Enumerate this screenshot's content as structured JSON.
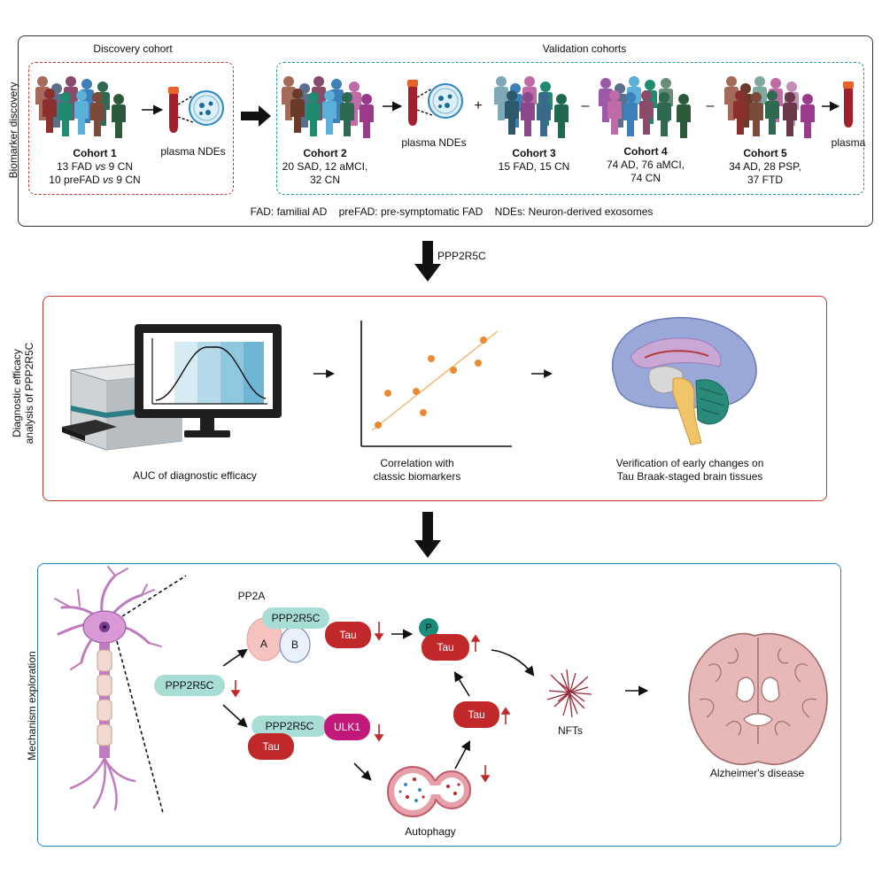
{
  "panel1": {
    "side_label": "Biomarker discovery",
    "discovery_title": "Discovery cohort",
    "validation_title": "Validation cohorts",
    "cohort1": {
      "name": "Cohort 1",
      "line1": "13 FAD vs 9 CN",
      "line2": "10 preFAD vs 9 CN"
    },
    "sample1": "plasma NDEs",
    "cohort2": {
      "name": "Cohort 2",
      "line1": "20 SAD, 12 aMCI,",
      "line2": "32 CN"
    },
    "sample2": "plasma NDEs",
    "plus": "+",
    "cohort3": {
      "name": "Cohort 3",
      "line1": "15 FAD, 15 CN"
    },
    "dash1": "–",
    "cohort4": {
      "name": "Cohort 4",
      "line1": "74 AD, 76 aMCI,",
      "line2": "74 CN"
    },
    "dash2": "–",
    "cohort5": {
      "name": "Cohort 5",
      "line1": "34 AD, 28 PSP,",
      "line2": "37 FTD"
    },
    "sample3": "plasma",
    "footnote": "FAD: familial AD    preFAD: pre-symptomatic FAD    NDEs: Neuron-derived exosomes"
  },
  "arrow1_label": "PPP2R5C",
  "panel2": {
    "side_label_1": "Diagnostic efficacy",
    "side_label_2": "analysis of PPP2R5C",
    "auc_label": "AUC of diagnostic efficacy",
    "corr_label_1": "Correlation with",
    "corr_label_2": "classic biomarkers",
    "brain_label_1": "Verification of early changes on",
    "brain_label_2": "Tau Braak-staged brain tissues"
  },
  "panel3": {
    "side_label": "Mechanism exploration",
    "pp2a": "PP2A",
    "ppp2r5c_complex": "PPP2R5C",
    "sub_a": "A",
    "sub_b": "B",
    "tau1": "Tau",
    "p_label": "P",
    "ptau": "Tau",
    "ppp2r5c_main": "PPP2R5C",
    "ppp2r5c_ulk": "PPP2R5C",
    "ulk1": "ULK1",
    "tau_ulk": "Tau",
    "tau_free": "Tau",
    "autophagy": "Autophagy",
    "nfts": "NFTs",
    "disease": "Alzheimer's disease"
  },
  "colors": {
    "panel1_border": "#333333",
    "discovery_border": "#c0392b",
    "validation_border": "#1a9b8e",
    "panel2_border": "#c0392b",
    "panel3_border": "#2e86c1",
    "tau_red": "#c0282a",
    "ppp2r5c_teal": "#a8ddd6",
    "ulk1_magenta": "#c2187a",
    "arrow_red": "#c0282a"
  }
}
